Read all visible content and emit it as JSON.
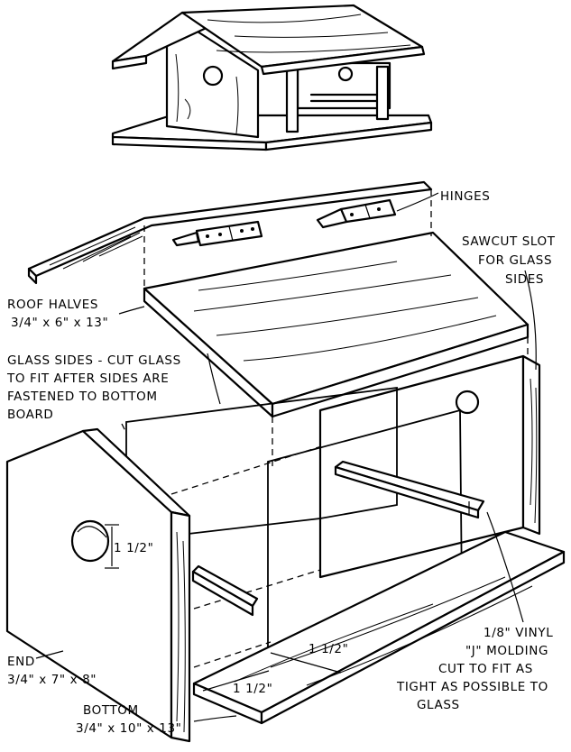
{
  "labels": {
    "hinges": "HINGES",
    "sawcut_slot": [
      "SAWCUT SLOT",
      "FOR GLASS",
      "SIDES"
    ],
    "roof_halves": [
      "ROOF HALVES",
      "3/4\" x 6\" x 13\""
    ],
    "glass_sides": [
      "GLASS SIDES - CUT GLASS",
      "TO FIT AFTER SIDES ARE",
      "FASTENED TO BOTTOM",
      "BOARD"
    ],
    "end": [
      "END",
      "3/4\" x 7\" x 8\""
    ],
    "bottom": [
      "BOTTOM",
      "3/4\" x 10\" x 13\""
    ],
    "vinyl_molding": [
      "1/8\" VINYL",
      "\"J\" MOLDING",
      "CUT TO FIT AS",
      "TIGHT AS POSSIBLE TO",
      "GLASS"
    ],
    "dim_hole": "1 1/2\"",
    "dim_gap_1": "1 1/2\"",
    "dim_gap_2": "1 1/2\""
  }
}
